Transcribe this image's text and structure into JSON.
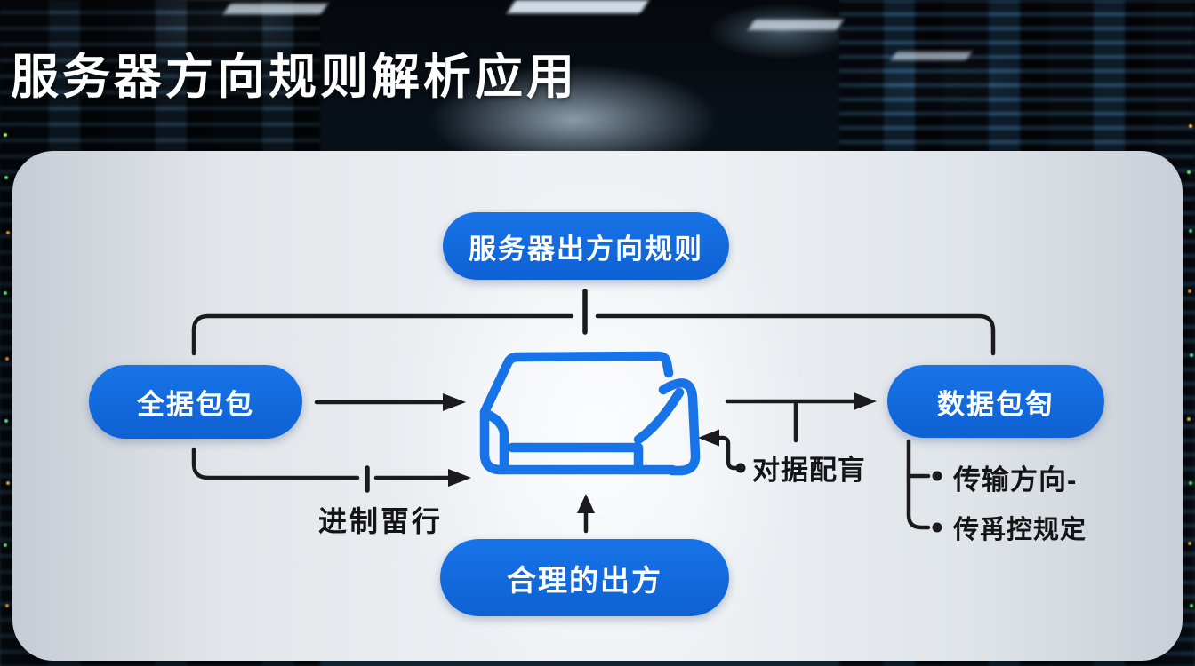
{
  "title": "服务器方向规则解析应用",
  "colors": {
    "pill_blue": "#1774e8",
    "pill_blue_dark": "#0e61d3",
    "line_dark": "#1b1b1d",
    "label_dark": "#141416"
  },
  "diagram": {
    "top_pill": {
      "label": "服务器出方向规则"
    },
    "left_pill": {
      "label": "全据包包"
    },
    "right_pill": {
      "label": "数据包匌"
    },
    "bottom_pill": {
      "label": "合理的出方"
    },
    "center_icon": "open-box-icon",
    "side_labels": {
      "binary_row": "进制畱行",
      "match_note": "对据配肓"
    },
    "right_list": [
      {
        "label": "传输方向-"
      },
      {
        "label": "传爯控规定"
      }
    ]
  }
}
